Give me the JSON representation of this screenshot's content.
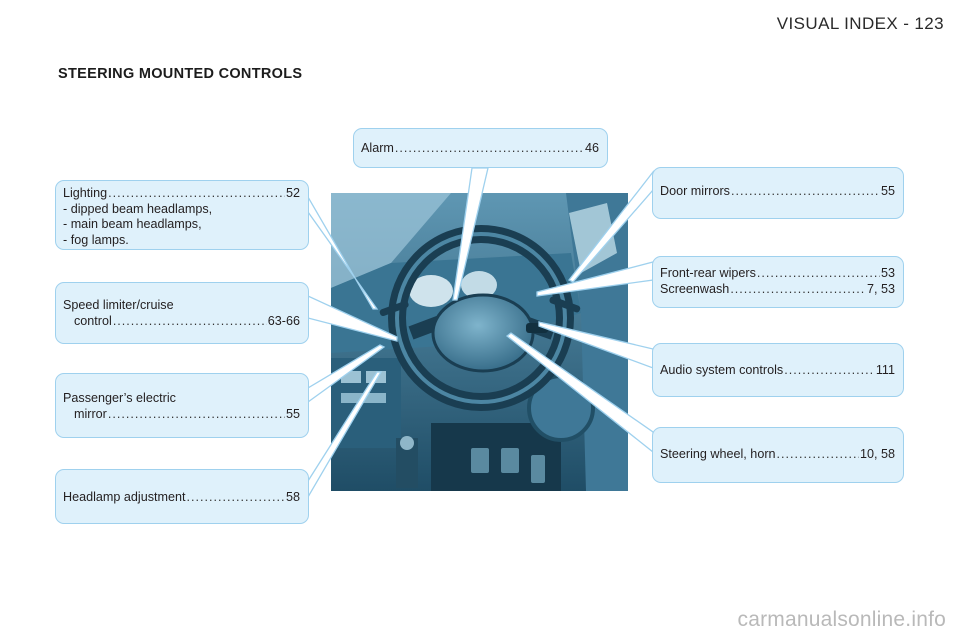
{
  "header": {
    "page_label": "VISUAL INDEX - 123"
  },
  "section_title": "STEERING MOUNTED CONTROLS",
  "dot_leader": "........................................................................",
  "callouts": {
    "alarm": {
      "label": "Alarm",
      "page": "46"
    },
    "lighting": {
      "label": "Lighting",
      "page": "52",
      "items": [
        "- dipped beam headlamps,",
        "- main beam headlamps,",
        "- fog lamps."
      ]
    },
    "speed_limiter": {
      "line1": "Speed limiter/cruise",
      "line2": "control",
      "page": "63-66"
    },
    "passenger_mirror": {
      "line1": "Passenger’s electric",
      "line2": "mirror",
      "page": "55"
    },
    "headlamp_adjustment": {
      "label": "Headlamp adjustment",
      "page": "58"
    },
    "door_mirrors": {
      "label": "Door mirrors",
      "page": "55"
    },
    "wipers": {
      "wipers_label": "Front-rear wipers",
      "wipers_page": "53",
      "screenwash_label": "Screenwash",
      "screenwash_page": "7, 53"
    },
    "audio": {
      "label": "Audio system controls",
      "page": "111"
    },
    "steering_wheel": {
      "label": "Steering wheel, horn",
      "page": "10, 58"
    }
  },
  "colors": {
    "callout_fill": "#dff1fb",
    "callout_border": "#9fd1ee",
    "dashboard_blue": "#2f6a87"
  },
  "footer": {
    "watermark": "carmanualsonline.info"
  }
}
